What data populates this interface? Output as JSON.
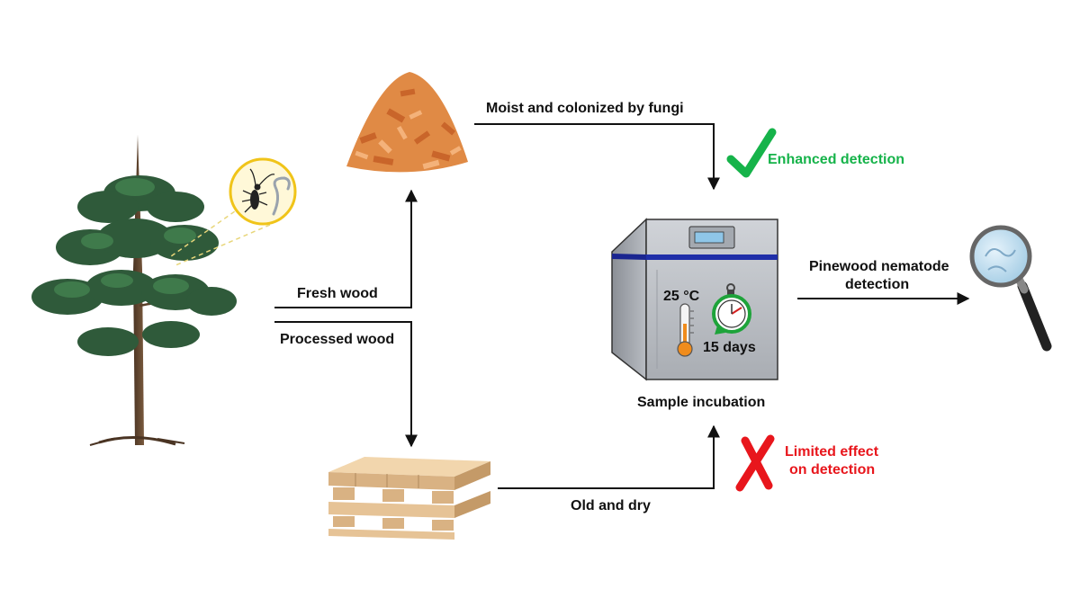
{
  "labels": {
    "fresh_wood": "Fresh wood",
    "processed_wood": "Processed wood",
    "moist_fungi": "Moist and colonized by fungi",
    "old_dry": "Old and dry",
    "enhanced": "Enhanced detection",
    "limited_line1": "Limited effect",
    "limited_line2": "on detection",
    "incubation": "Sample incubation",
    "temperature": "25 °C",
    "duration": "15 days",
    "detection_line1": "Pinewood nematode",
    "detection_line2": "detection"
  },
  "colors": {
    "positive": "#16b34a",
    "negative": "#e8161c",
    "text": "#111111",
    "incubator_band": "#1f2fa8"
  },
  "icons": [
    "pine-tree-icon",
    "beetle-nematode-icon",
    "wood-chips-icon",
    "wood-pallet-icon",
    "incubator-icon",
    "thermometer-icon",
    "stopwatch-icon",
    "magnifier-icon",
    "checkmark-icon",
    "cross-icon"
  ]
}
